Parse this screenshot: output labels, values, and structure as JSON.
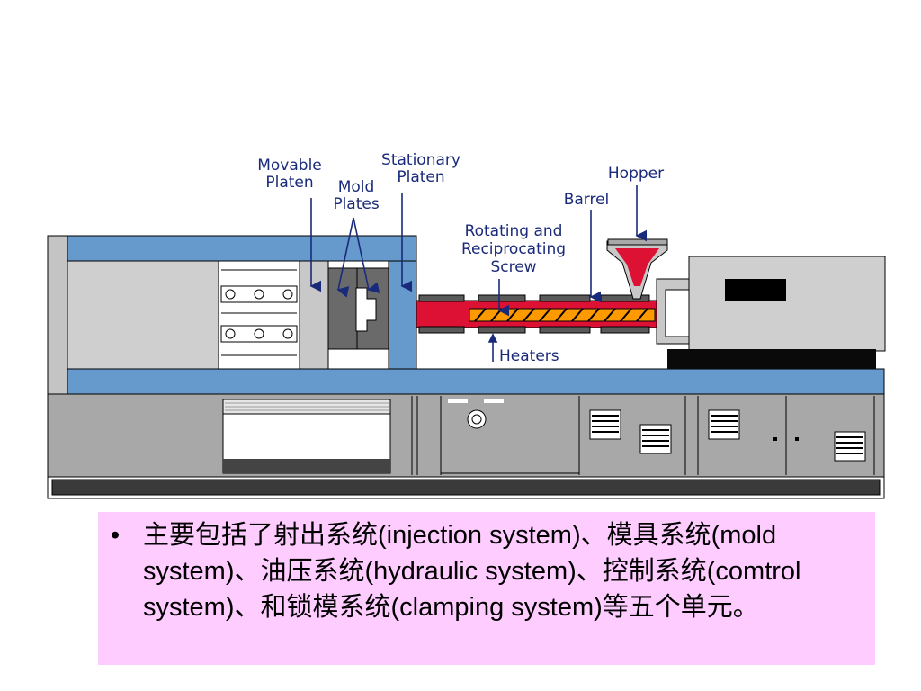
{
  "labels": {
    "movable_platen": [
      "Movable",
      "Platen"
    ],
    "mold_plates": [
      "Mold",
      "Plates"
    ],
    "stationary_platen": [
      "Stationary",
      "Platen"
    ],
    "hopper": "Hopper",
    "barrel": "Barrel",
    "screw": [
      "Rotating and",
      "Reciprocating",
      "Screw"
    ],
    "heaters": "Heaters"
  },
  "caption": {
    "bullet": "•",
    "text": "主要包括了射出系统(injection system)、模具系统(mold system)、油压系统(hydraulic system)、控制系统(comtrol system)、和锁模系统(clamping system)等五个单元。"
  },
  "colors": {
    "steel_blue": "#6699cc",
    "machine_gray": "#bcbcbc",
    "melt_red": "#dd1133",
    "screw_orange": "#ff9900",
    "label_navy": "#1a2a7a",
    "caption_bg": "#ffccff"
  }
}
